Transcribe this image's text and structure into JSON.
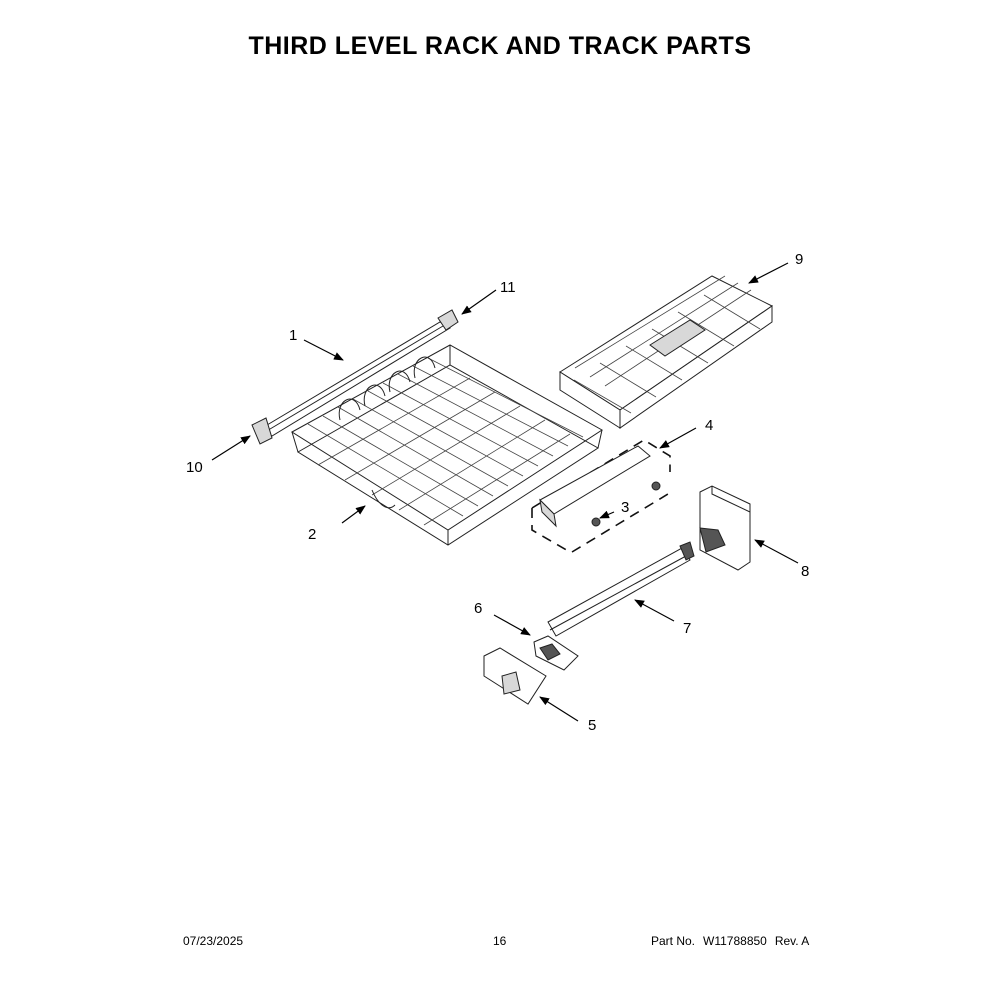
{
  "title": "THIRD LEVEL RACK AND TRACK PARTS",
  "callouts": [
    "1",
    "2",
    "3",
    "4",
    "5",
    "6",
    "7",
    "8",
    "9",
    "10",
    "11"
  ],
  "footer": {
    "date": "07/23/2025",
    "page": "16",
    "part_label": "Part No.",
    "part_number": "W11788850",
    "revision": "Rev.  A"
  }
}
